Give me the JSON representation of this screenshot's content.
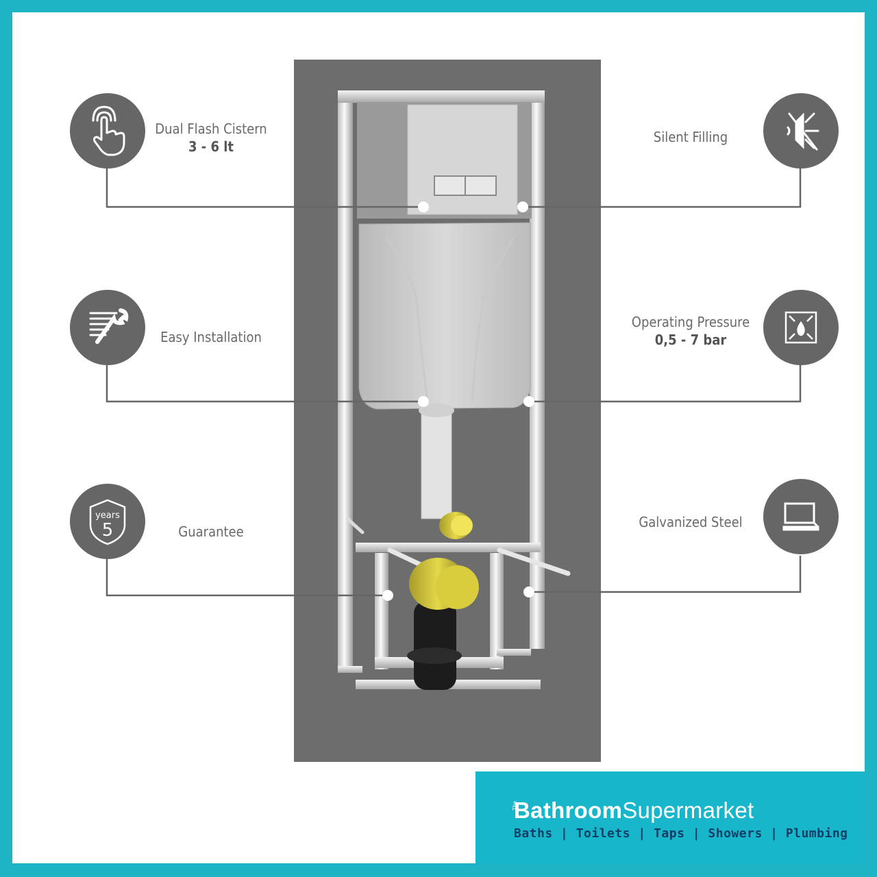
{
  "features": [
    {
      "key": "dual-flash",
      "title": "Dual Flash Cistern",
      "value": "3 - 6 lt",
      "icon": "hand-touch-icon"
    },
    {
      "key": "silent-filling",
      "title": "Silent Filling",
      "value": "",
      "icon": "silent-sound-icon"
    },
    {
      "key": "easy-installation",
      "title": "Easy Installation",
      "value": "",
      "icon": "wrench-tools-icon"
    },
    {
      "key": "operating-pressure",
      "title": "Operating Pressure",
      "value": "0,5 - 7 bar",
      "icon": "pressure-drop-icon"
    },
    {
      "key": "guarantee",
      "title": "Guarantee",
      "value": "",
      "icon": "years-5-badge-icon",
      "badge_text": "years",
      "badge_number": "5"
    },
    {
      "key": "galvanized-steel",
      "title": "Galvanized Steel",
      "value": "",
      "icon": "steel-sheet-icon"
    }
  ],
  "brand": {
    "the": "The",
    "name_bold": "Bathroom",
    "name_light": "Supermarket",
    "tagline": "Baths | Toilets | Taps | Showers | Plumbing"
  },
  "colors": {
    "border": "#1fb3c7",
    "panel": "#6d6d6d",
    "icon_circle": "#666666",
    "brand_bg": "#17b6cb",
    "tagline": "#0f3f66"
  }
}
